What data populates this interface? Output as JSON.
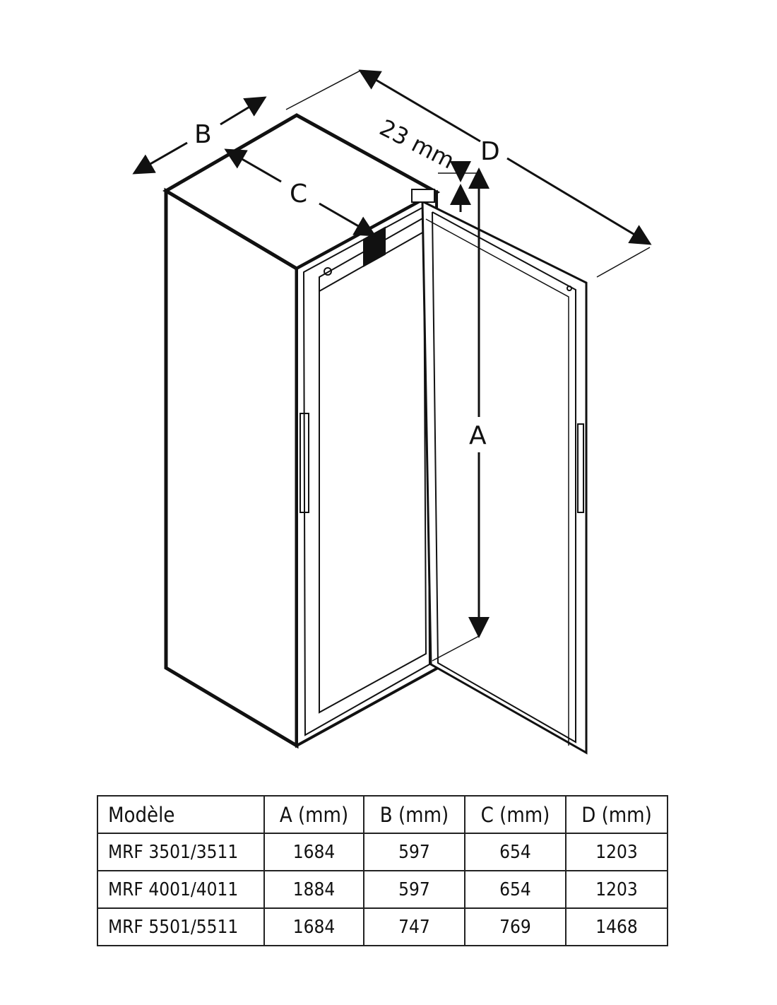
{
  "diagram": {
    "labels": {
      "A": "A",
      "B": "B",
      "C": "C",
      "D": "D",
      "gap": "23 mm"
    }
  },
  "table": {
    "headers": [
      "Modèle",
      "A (mm)",
      "B (mm)",
      "C (mm)",
      "D (mm)"
    ],
    "rows": [
      [
        "MRF 3501/3511",
        "1684",
        "597",
        "654",
        "1203"
      ],
      [
        "MRF 4001/4011",
        "1884",
        "597",
        "654",
        "1203"
      ],
      [
        "MRF 5501/5511",
        "1684",
        "747",
        "769",
        "1468"
      ]
    ]
  }
}
